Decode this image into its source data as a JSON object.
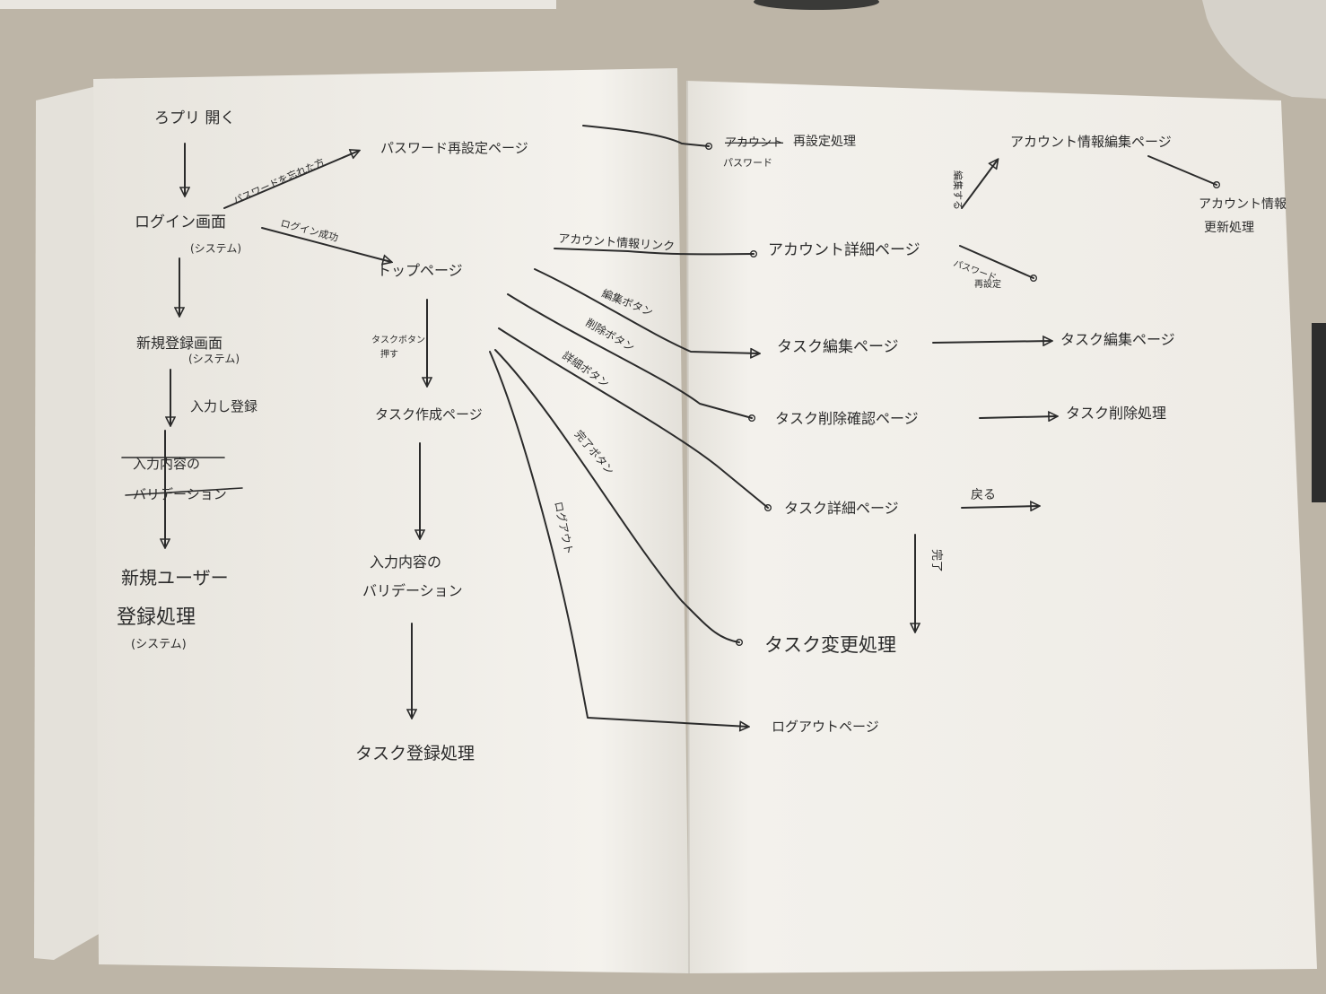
{
  "nodes": {
    "app_open": "ろプリ 開く",
    "login_screen": "ログイン画面",
    "login_screen_sub": "(システム)",
    "signup_screen": "新規登録画面",
    "signup_screen_sub": "(システム)",
    "signup_input_validation_struck_1": "入力内容の",
    "signup_input_validation_struck_2": "バリデーション",
    "new_user_registration_1": "新規ユーザー",
    "new_user_registration_2": "登録処理",
    "new_user_registration_sub": "(システム)",
    "password_reset_page": "パスワード再設定ページ",
    "password_reset_process_struck": "アカウント",
    "password_reset_process": "再設定処理",
    "password_reset_process_insert": "パスワード",
    "top_page": "トップページ",
    "task_create_page": "タスク作成ページ",
    "task_validation_1": "入力内容の",
    "task_validation_2": "バリデーション",
    "task_registration": "タスク登録処理",
    "account_detail_page": "アカウント詳細ページ",
    "account_edit_page": "アカウント情報編集ページ",
    "account_update_1": "アカウント情報",
    "account_update_2": "更新処理",
    "task_edit_page": "タスク編集ページ",
    "task_edit_page_2": "タスク編集ページ",
    "task_delete_confirm_page": "タスク削除確認ページ",
    "task_delete_process": "タスク削除処理",
    "task_detail_page": "タスク詳細ページ",
    "task_change_process": "タスク変更処理",
    "logout_page": "ログアウトページ"
  },
  "edge_labels": {
    "forgot_password": "パスワードを忘れた方",
    "login_success": "ログイン成功",
    "input_and_register": "入力し登録",
    "task_button_pressed_1": "タスクボタン",
    "task_button_pressed_2": "押す",
    "account_info_link": "アカウント情報リンク",
    "edit_button": "編集ボタン",
    "delete_button": "削除ボタン",
    "detail_button": "詳細ボタン",
    "complete_button": "完了ボタン",
    "logout": "ログアウト",
    "edit_label": "編集する",
    "password_reset_label_1": "パスワード",
    "password_reset_label_2": "再設定",
    "back": "戻る",
    "complete": "完了"
  },
  "colors": {
    "paper": "#f5f3ee",
    "paper_shade": "#e9e6df",
    "ink": "#2b2b2b",
    "desk": "#bdb5a7"
  }
}
